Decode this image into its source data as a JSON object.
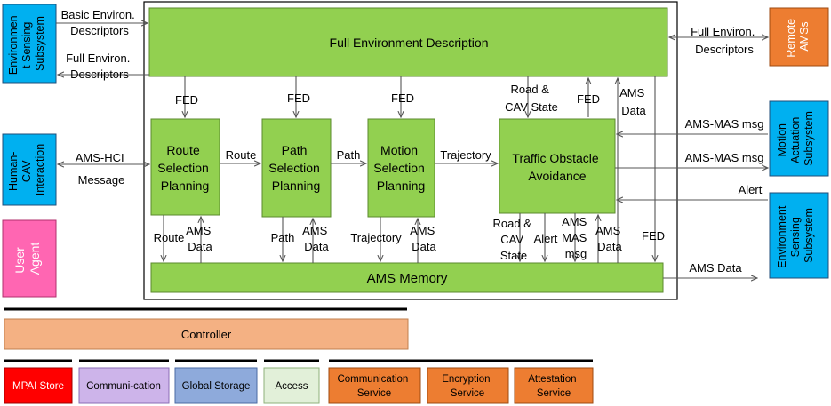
{
  "colors": {
    "green": "#92d050",
    "green_border": "#5b8a2e",
    "blue": "#00b0f0",
    "blue_border": "#1f4e79",
    "orange": "#ed7d31",
    "orange_border": "#9e4a10",
    "pink": "#ff66b2",
    "controller": "#f4b183",
    "red": "#ff0000",
    "lavender": "#cdb4ea",
    "steel_blue": "#8eaadb",
    "light_green": "#e2f0d9"
  },
  "boxes": {
    "full_env": "Full Environment Description",
    "route": [
      "Route",
      "Selection",
      "Planning"
    ],
    "path": [
      "Path",
      "Selection",
      "Planning"
    ],
    "motion": [
      "Motion",
      "Selection",
      "Planning"
    ],
    "traffic": [
      "Traffic Obstacle",
      "Avoidance"
    ],
    "memory": "AMS Memory",
    "env_sensing_left": [
      "Environmen",
      "t Sensing",
      "Subsystem"
    ],
    "hci": [
      "Human-",
      "CAV",
      "Interaction"
    ],
    "user_agent": [
      "User",
      "Agent"
    ],
    "remote": [
      "Remote",
      "AMSs"
    ],
    "motion_actuation": [
      "Motion",
      "Actuation",
      "Subsystem"
    ],
    "env_sensing_right": [
      "Environment",
      "Sensing",
      "Subsystem"
    ]
  },
  "labels": {
    "basic_env": [
      "Basic Environ.",
      "Descriptors"
    ],
    "full_env_left": [
      "Full Environ.",
      "Descriptors"
    ],
    "full_env_right": [
      "Full Environ.",
      "Descriptors"
    ],
    "ams_hci": [
      "AMS-HCI",
      "Message"
    ],
    "fed1": "FED",
    "fed2": "FED",
    "fed3": "FED",
    "fed4": "FED",
    "fed5": "FED",
    "road_cav_top": [
      "Road &",
      "CAV State"
    ],
    "ams_data_top": [
      "AMS",
      "Data"
    ],
    "route_arrow": "Route",
    "path_arrow": "Path",
    "trajectory_arrow": "Trajectory",
    "ams_mas_in": "AMS-MAS msg",
    "ams_mas_out": "AMS-MAS msg",
    "alert_in": "Alert",
    "route_down": "Route",
    "ams_data_1": [
      "AMS",
      "Data"
    ],
    "path_down": "Path",
    "ams_data_2": [
      "AMS",
      "Data"
    ],
    "trajectory_down": "Trajectory",
    "ams_data_3": [
      "AMS",
      "Data"
    ],
    "road_cav_bottom": [
      "Road &",
      "CAV",
      "State"
    ],
    "alert_down": "Alert",
    "ams_mas_down": [
      "AMS",
      "MAS",
      "msg"
    ],
    "ams_data_4": [
      "AMS",
      "Data"
    ],
    "ams_data_out": "AMS Data"
  },
  "footer": {
    "controller": "Controller",
    "mpai_store": "MPAI Store",
    "communication": "Communi-cation",
    "global_storage": "Global Storage",
    "access": "Access",
    "communication_service": [
      "Communication",
      "Service"
    ],
    "encryption_service": [
      "Encryption",
      "Service"
    ],
    "attestation_service": [
      "Attestation",
      "Service"
    ]
  }
}
